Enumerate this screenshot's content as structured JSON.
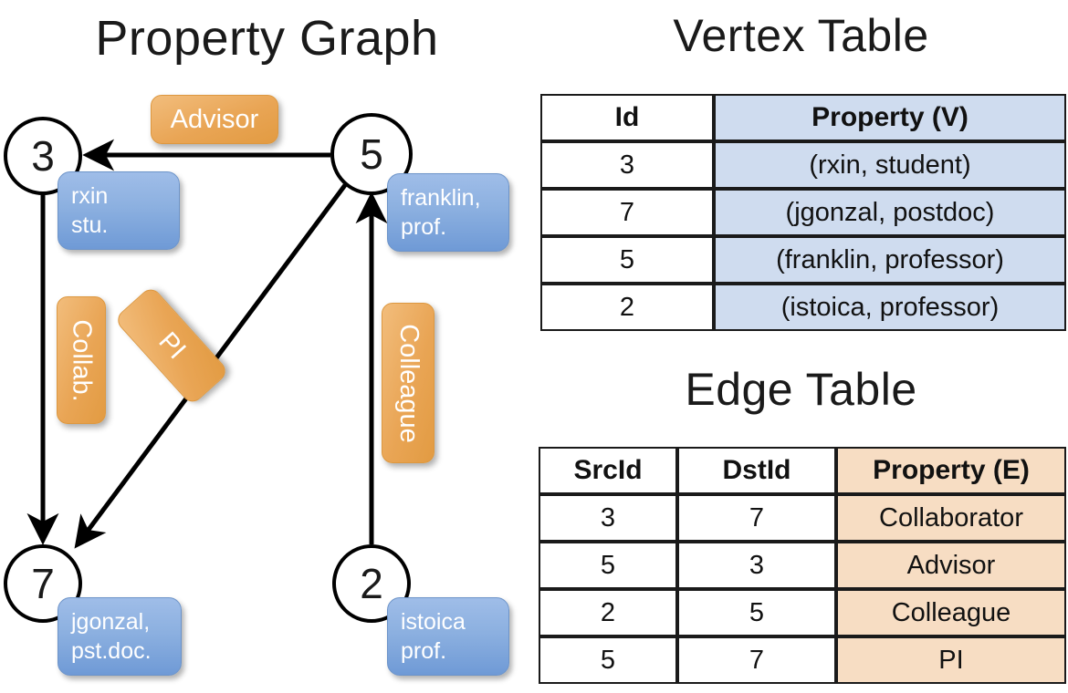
{
  "titles": {
    "property_graph": "Property Graph",
    "vertex_table": "Vertex Table",
    "edge_table": "Edge Table"
  },
  "graph": {
    "nodes": [
      {
        "id": "3",
        "property": "rxin\nstu."
      },
      {
        "id": "5",
        "property": "franklin,\nprof."
      },
      {
        "id": "7",
        "property": "jgonzal,\npst.doc."
      },
      {
        "id": "2",
        "property": "istoica\nprof."
      }
    ],
    "node_labels": {
      "n3": "3",
      "n5": "5",
      "n7": "7",
      "n2": "2"
    },
    "property_boxes": {
      "rxin_line1": "rxin",
      "rxin_line2": "stu.",
      "franklin_line1": "franklin,",
      "franklin_line2": "prof.",
      "jgonzal_line1": "jgonzal,",
      "jgonzal_line2": "pst.doc.",
      "istoica_line1": "istoica",
      "istoica_line2": "prof."
    },
    "edge_labels": {
      "advisor": "Advisor",
      "collab": "Collab.",
      "pi": "PI",
      "colleague": "Colleague"
    },
    "edges": [
      {
        "from": "5",
        "to": "3",
        "label": "Advisor"
      },
      {
        "from": "3",
        "to": "7",
        "label": "Collab."
      },
      {
        "from": "5",
        "to": "7",
        "label": "PI"
      },
      {
        "from": "2",
        "to": "5",
        "label": "Colleague"
      }
    ]
  },
  "vertex_table": {
    "headers": [
      "Id",
      "Property (V)"
    ],
    "rows": [
      {
        "id": "3",
        "property": "(rxin, student)"
      },
      {
        "id": "7",
        "property": "(jgonzal, postdoc)"
      },
      {
        "id": "5",
        "property": "(franklin, professor)"
      },
      {
        "id": "2",
        "property": "(istoica, professor)"
      }
    ]
  },
  "edge_table": {
    "headers": [
      "SrcId",
      "DstId",
      "Property (E)"
    ],
    "rows": [
      {
        "src": "3",
        "dst": "7",
        "property": "Collaborator"
      },
      {
        "src": "5",
        "dst": "3",
        "property": "Advisor"
      },
      {
        "src": "2",
        "dst": "5",
        "property": "Colleague"
      },
      {
        "src": "5",
        "dst": "7",
        "property": "PI"
      }
    ]
  },
  "colors": {
    "vertex_property_fill": "#cfdcef",
    "edge_property_fill": "#f7ddc3",
    "node_bubble_blue": "#8cb0e0",
    "edge_label_orange": "#e9a555",
    "stroke": "#1a1a1a"
  }
}
